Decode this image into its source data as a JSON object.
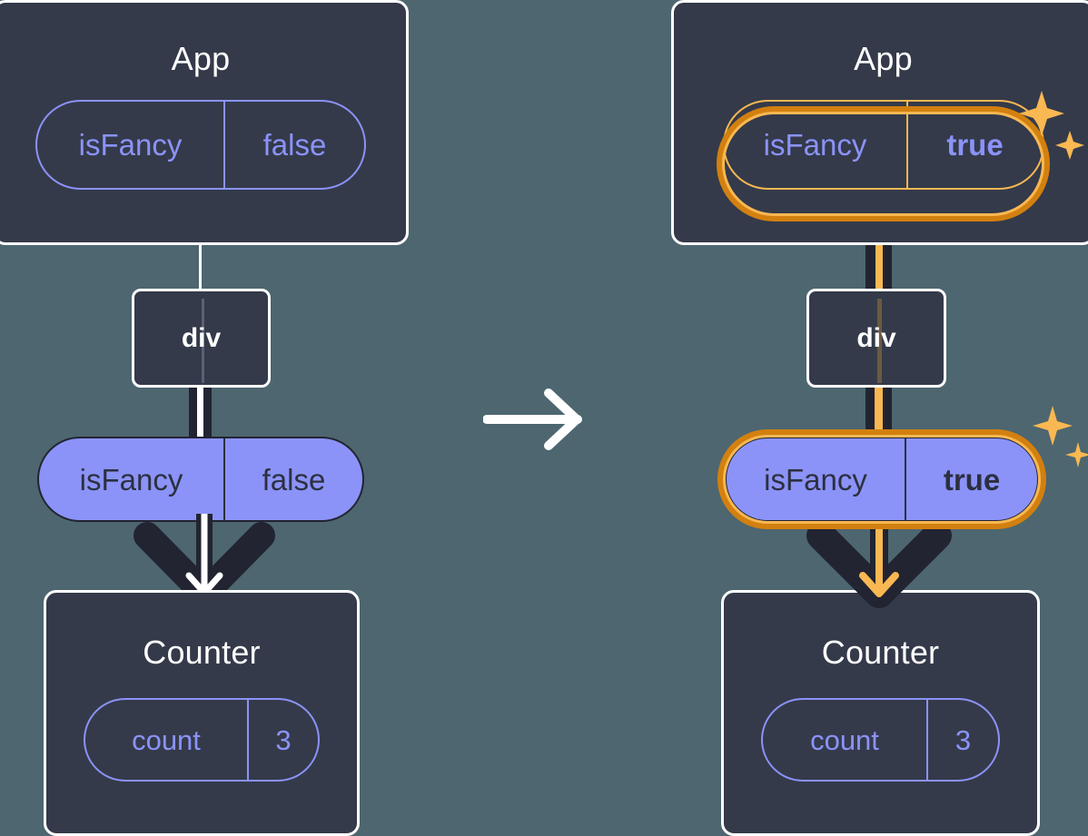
{
  "diagram": {
    "title": "React state propagation before and after toggling isFancy",
    "background_color": "#4d6670",
    "box_fill": "#343a4a",
    "box_border": "#ffffff",
    "pill_purple": "#8b93f8",
    "dark_ink": "#222431",
    "highlight_outer": "#d2800f",
    "highlight_inner": "#f9b852"
  },
  "transition_arrow": {
    "icon": "arrow-right-icon",
    "color": "#ffffff"
  },
  "panels": [
    {
      "id": "before",
      "highlighted": false,
      "app": {
        "title": "App",
        "prop": {
          "key": "isFancy",
          "value": "false",
          "style": "outline",
          "value_bold": false
        }
      },
      "element": {
        "tag": "div"
      },
      "prop_pill": {
        "key": "isFancy",
        "value": "false",
        "style": "filled",
        "value_bold": false
      },
      "counter": {
        "title": "Counter",
        "state": {
          "key": "count",
          "value": "3",
          "style": "outline",
          "value_bold": false
        }
      },
      "edges": {
        "app_to_div": {
          "style": "thin-white"
        },
        "div_to_prop": {
          "style": "double-white-core"
        },
        "prop_to_counter": {
          "style": "double-white-core-arrow",
          "arrow_color": "#ffffff"
        }
      },
      "sparkles": []
    },
    {
      "id": "after",
      "highlighted": true,
      "app": {
        "title": "App",
        "prop": {
          "key": "isFancy",
          "value": "true",
          "style": "outline",
          "value_bold": true
        }
      },
      "element": {
        "tag": "div"
      },
      "prop_pill": {
        "key": "isFancy",
        "value": "true",
        "style": "filled",
        "value_bold": true
      },
      "counter": {
        "title": "Counter",
        "state": {
          "key": "count",
          "value": "3",
          "style": "outline",
          "value_bold": false
        }
      },
      "edges": {
        "app_to_div": {
          "style": "dark-orange-core"
        },
        "div_to_prop": {
          "style": "double-orange-core"
        },
        "prop_to_counter": {
          "style": "double-orange-core-arrow",
          "arrow_color": "#f9b852"
        }
      },
      "sparkles": [
        {
          "name": "sparkle-app-pill",
          "size": "large"
        },
        {
          "name": "sparkle-prop-pill",
          "size": "large"
        }
      ]
    }
  ]
}
